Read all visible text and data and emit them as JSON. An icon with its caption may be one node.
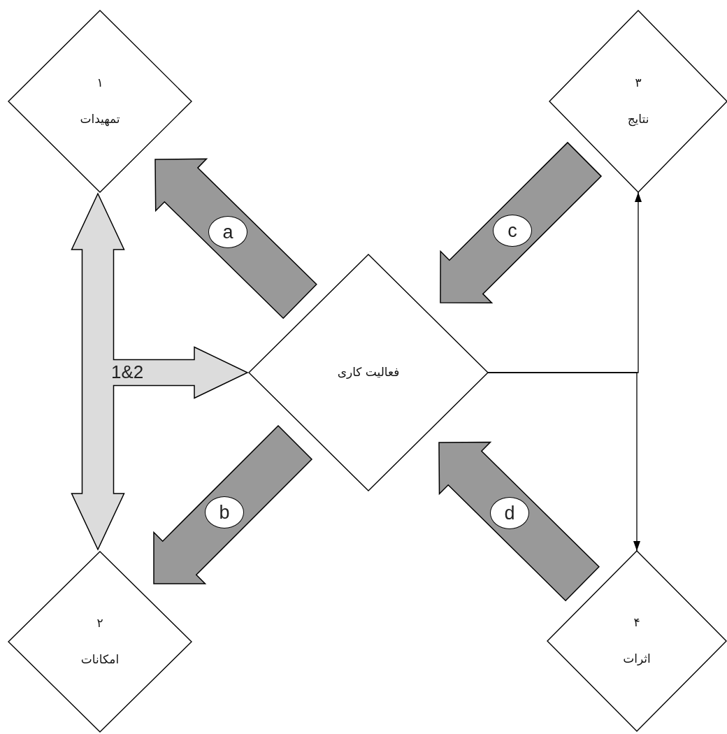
{
  "diagram": {
    "nodes": [
      {
        "text": [
          "۱",
          "تمهیدات"
        ]
      },
      {
        "text": [
          "۲",
          "امکانات"
        ]
      },
      {
        "text": [
          "۳",
          "نتایج"
        ]
      },
      {
        "text": [
          "۴",
          "اثرات"
        ]
      },
      {
        "text": [
          "فعالیت کاری"
        ]
      }
    ],
    "edges": [
      {
        "from": 0,
        "to": 1,
        "arrow": "both",
        "style": "thick",
        "color": "#dcdcdc"
      },
      {
        "from": 0,
        "to": 4,
        "arrow": "both",
        "label": "1&2",
        "style": "thick",
        "color": "#dcdcdc"
      },
      {
        "from": 1,
        "to": 4,
        "arrow": "both",
        "style": "thick",
        "color": "#dcdcdc"
      },
      {
        "from": 4,
        "to": 0,
        "arrow": "to",
        "label": "a",
        "style": "thick",
        "color": "#999999"
      },
      {
        "from": 4,
        "to": 1,
        "arrow": "to",
        "label": "b",
        "style": "thick",
        "color": "#999999"
      },
      {
        "from": 2,
        "to": 4,
        "arrow": "to",
        "label": "c",
        "style": "thick",
        "color": "#999999"
      },
      {
        "from": 3,
        "to": 4,
        "arrow": "to",
        "label": "d",
        "style": "thick",
        "color": "#999999"
      },
      {
        "from": 4,
        "to": 2,
        "arrow": "to"
      },
      {
        "from": 4,
        "to": 3,
        "arrow": "to"
      }
    ]
  }
}
